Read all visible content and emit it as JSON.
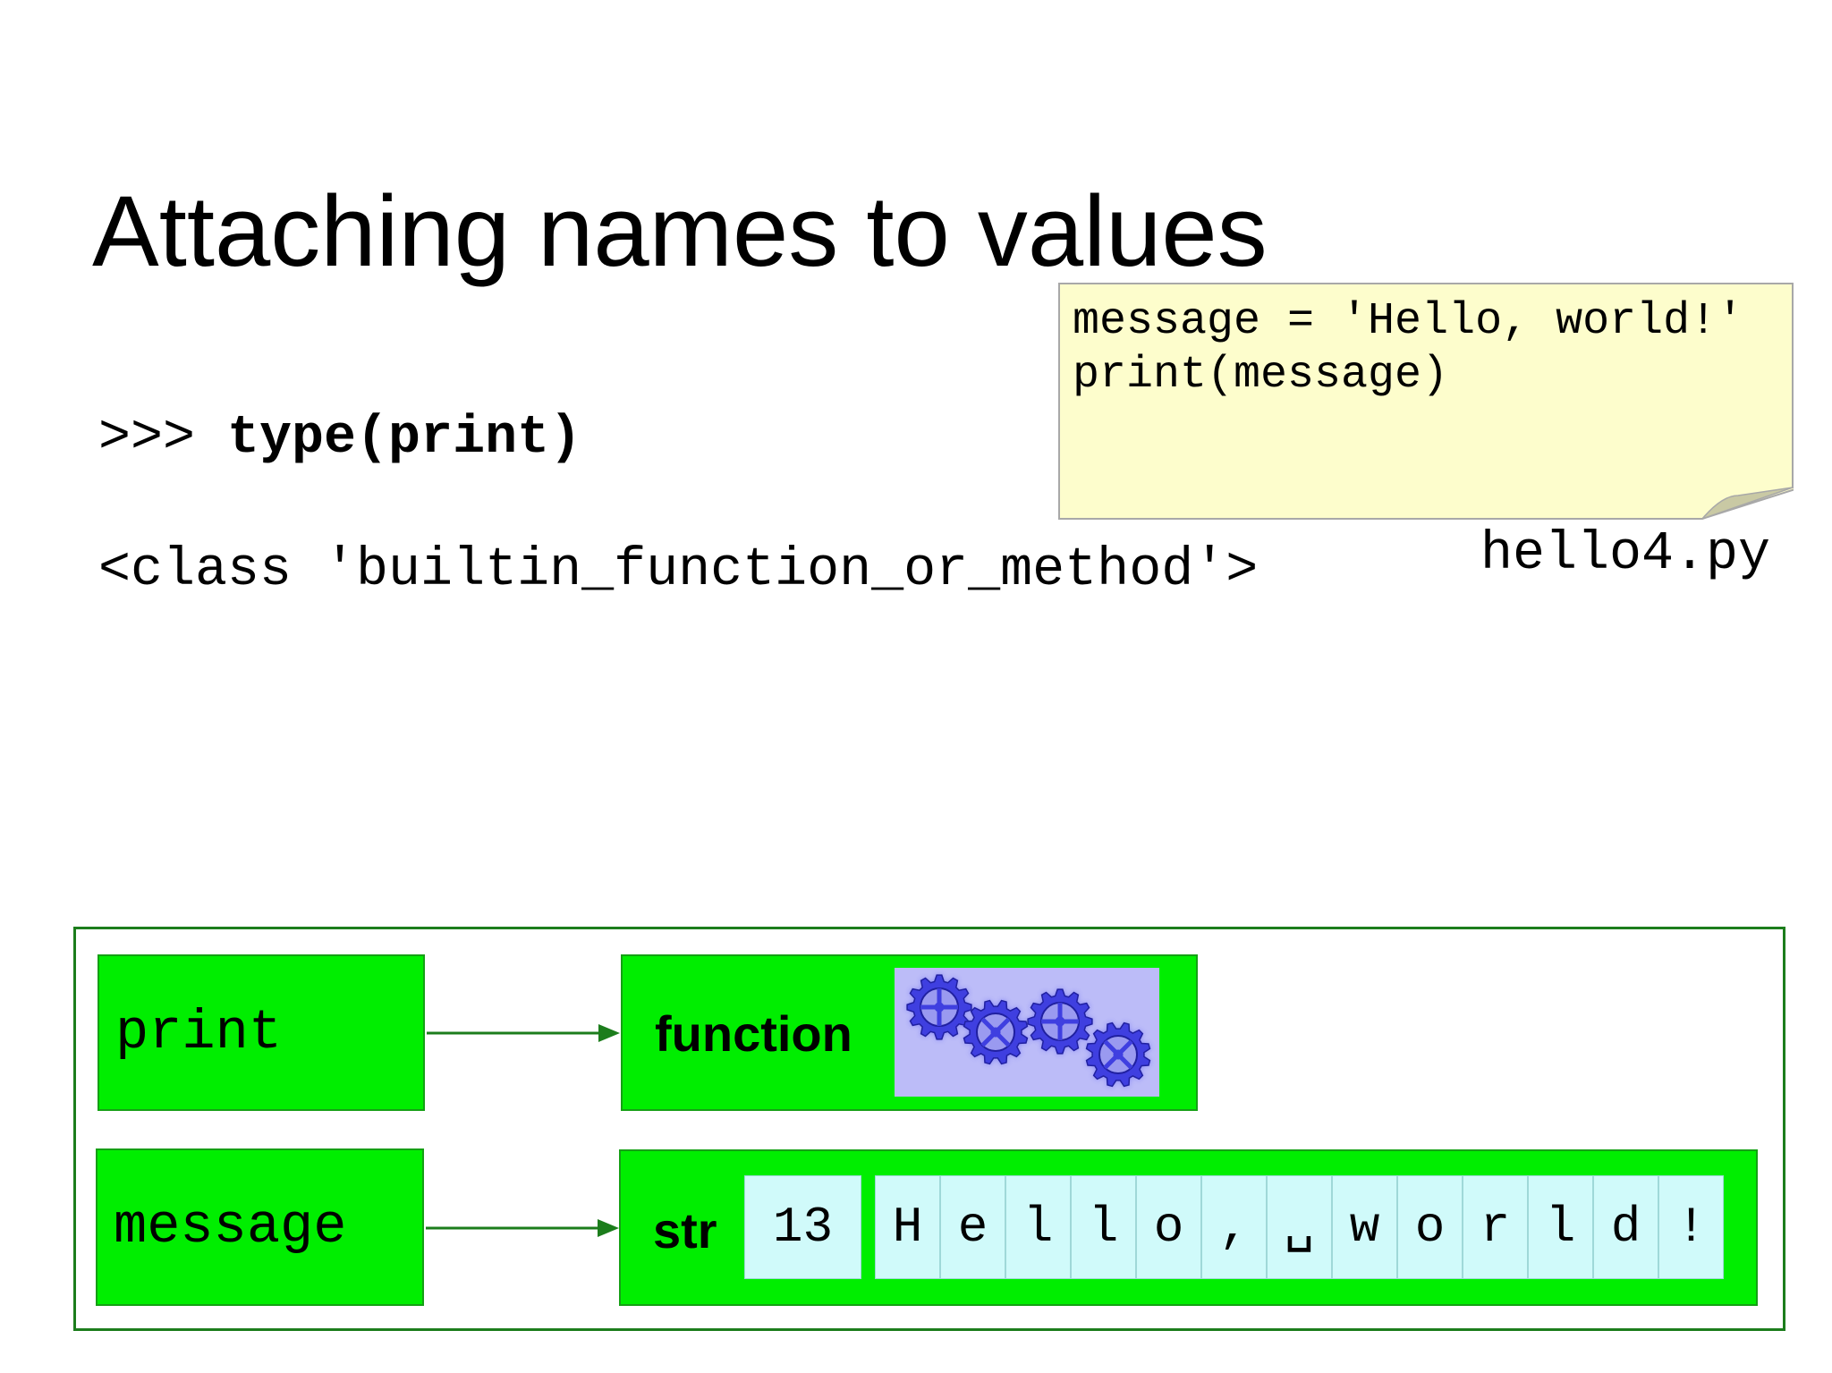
{
  "slide": {
    "title": "Attaching names to values"
  },
  "repl": {
    "prompt": ">>> ",
    "command": "type(print)",
    "output": "<class 'builtin_function_or_method'>"
  },
  "file": {
    "code_lines": [
      "message = 'Hello, world!'",
      "print(message)"
    ],
    "filename": "hello4.py"
  },
  "diagram": {
    "names": {
      "print": "print",
      "message": "message"
    },
    "function_object": {
      "type_label": "function",
      "icon": "gears-icon"
    },
    "string_object": {
      "type_label": "str",
      "length": "13",
      "chars": [
        "H",
        "e",
        "l",
        "l",
        "o",
        ",",
        "␣",
        "w",
        "o",
        "r",
        "l",
        "d",
        "!"
      ]
    },
    "colors": {
      "box_fill": "#00ee00",
      "arrow": "#1c7d1c",
      "cell_fill": "#d0fafa",
      "gear_panel": "#bcbcf8",
      "gear": "#3f3fe0",
      "note_fill": "#fdfdcc"
    }
  }
}
